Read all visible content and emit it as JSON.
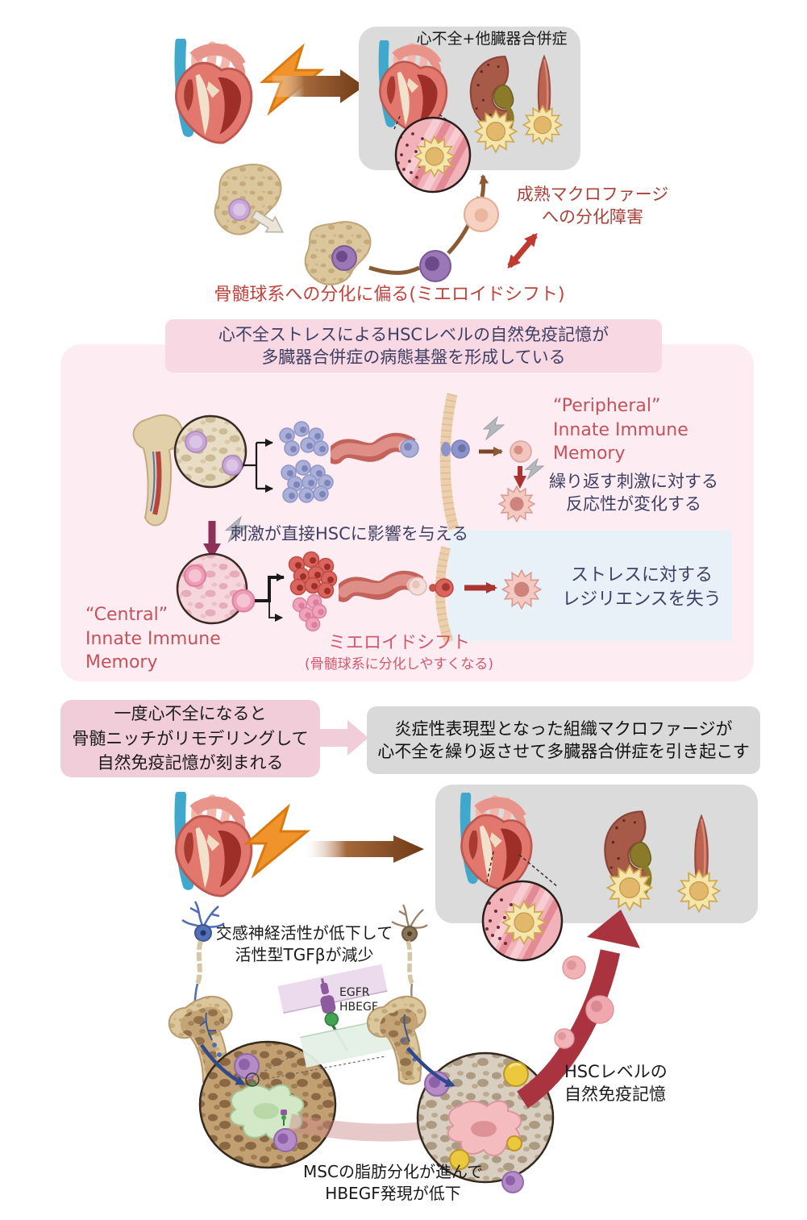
{
  "figure": {
    "section_top": {
      "organ_box_label": "心不全+他臓器合併症",
      "differentiation_block": "成熟マクロファージ\nへの分化障害",
      "myeloid_shift": "骨髄球系への分化に偏る(ミエロイドシフト)"
    },
    "section_middle": {
      "banner": "心不全ストレスによるHSCレベルの自然免疫記憶が\n多臓器合併症の病態基盤を形成している",
      "peripheral_title": "“Peripheral”\nInnate Immune Memory",
      "peripheral_caption": "繰り返す刺激に対する\n反応性が変化する",
      "direct_stimulus": "刺激が直接HSCに影響を与える",
      "central_title": "“Central”\nInnate Immune Memory",
      "myeloid_shift_title": "ミエロイドシフト",
      "myeloid_shift_sub": "(骨髄球系に分化しやすくなる)",
      "resilience_caption": "ストレスに対する\nレジリエンスを失う"
    },
    "section_conclusion": {
      "left_box": "一度心不全になると\n骨髄ニッチがリモデリングして\n自然免疫記憶が刻まれる",
      "right_box": "炎症性表現型となった組織マクロファージが\n心不全を繰り返させて多臓器合併症を引き起こす"
    },
    "section_bottom": {
      "sympathetic_caption": "交感神経活性が低下して\n活性型TGFβが減少",
      "egfr_label": "EGFR",
      "hbegf_label": "HBEGF",
      "hsc_memory_caption": "HSCレベルの\n自然免疫記憶",
      "msc_caption": "MSCの脂肪分化が進んで\nHBEGF発現が低下"
    },
    "colors": {
      "red_text": "#a8403a",
      "crimson_text": "#c2423c",
      "immune_memory_red": "#c4525c",
      "myeloid_pink": "#d4596e",
      "navy_text": "#3e3f63",
      "banner_bg": "#f8d8e3",
      "panel_bg": "#fdecf2",
      "blue_panel_bg": "#e8f1f7",
      "pink_box_bg": "#f1ccd9",
      "gray_box_bg": "#d9d9d9",
      "arrow_brown": "#7e4424",
      "arrow_dark_red": "#a93440"
    }
  }
}
